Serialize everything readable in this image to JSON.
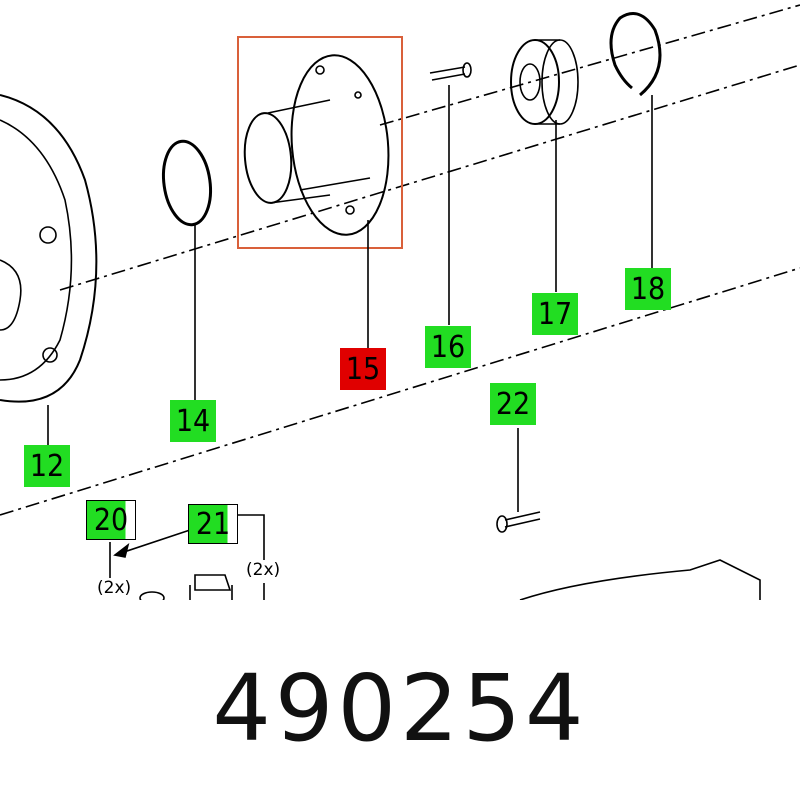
{
  "colors": {
    "highlight": "#e00000",
    "callout": "#22dd22",
    "frame": "#d9603a"
  },
  "callouts": [
    {
      "id": "12",
      "label": "12"
    },
    {
      "id": "14",
      "label": "14"
    },
    {
      "id": "15",
      "label": "15",
      "highlighted": true
    },
    {
      "id": "16",
      "label": "16"
    },
    {
      "id": "17",
      "label": "17"
    },
    {
      "id": "18",
      "label": "18"
    },
    {
      "id": "22",
      "label": "22"
    },
    {
      "id": "20",
      "label": "20"
    },
    {
      "id": "21",
      "label": "21"
    }
  ],
  "quantities": {
    "q20": "(2x)",
    "q21": "(2x)"
  },
  "part_number": "490254"
}
